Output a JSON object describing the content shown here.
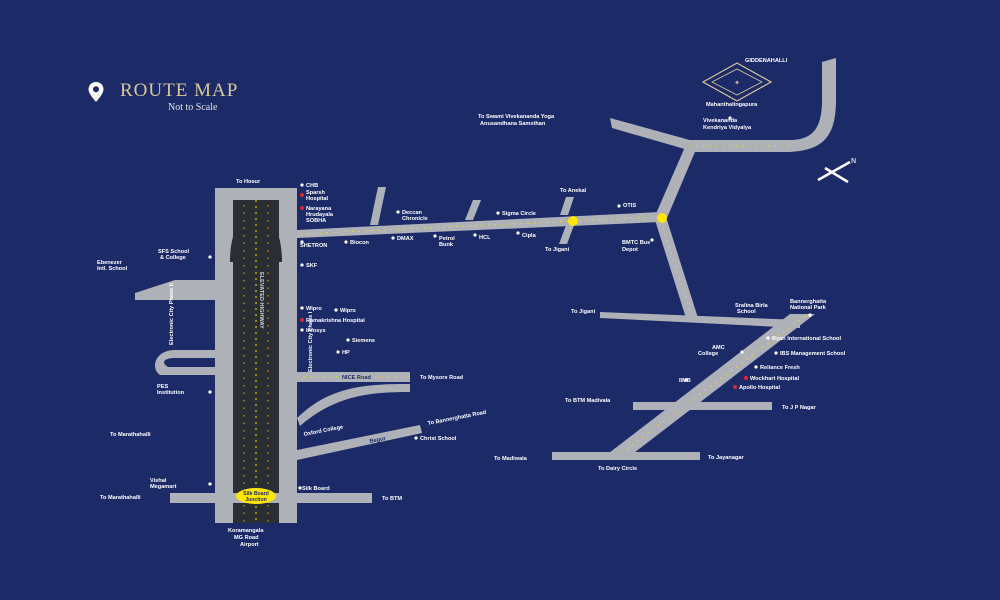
{
  "header": {
    "title": "ROUTE MAP",
    "subtitle": "Not to Scale"
  },
  "compass": {
    "label": "N"
  },
  "logo": {
    "place": "GIDDENAHALLI",
    "brand": "✦"
  },
  "places": {
    "giddenahalli": "GIDDENAHALLI",
    "mahanthalingapura": "Mahanthalingapura",
    "vivekananda": "Vivekananda",
    "kendriya": "Kendriya Vidyalya",
    "swami1": "To Swami Vivekananda Yoga",
    "swami2": "Anusandhana Samsthan",
    "to_hosur": "To Hosur",
    "chb": "CHB",
    "sparsh1": "Sparsh",
    "sparsh2": "Hospital",
    "narayana1": "Narayana",
    "narayana2": "Hrudayala",
    "narayana3": "SOBHA",
    "deccan1": "Deccan",
    "deccan2": "Chronicle",
    "sigma": "Sigma Circle",
    "anekal": "To Anekal",
    "otis": "OTIS",
    "shetron": "SHETRON",
    "biocon": "Biocon",
    "dmax": "DMAX",
    "petrol1": "Petrol",
    "petrol2": "Bunk",
    "hcl": "HCL",
    "cipla": "Cipla",
    "to_jigani": "To Jigani",
    "bmtc1": "BMTC Bus",
    "bmtc2": "Depot",
    "sfs1": "SFS School",
    "sfs2": "& College",
    "ebenezer1": "Ebenezer",
    "ebenezer2": "Intl. School",
    "skf": "SKF",
    "wipro1": "Wipro",
    "wipro2": "Wipro",
    "ramakrishna": "Ramakrishna Hospital",
    "infosys": "Infosys",
    "siemens": "Siemens",
    "hp": "HP",
    "ec_phase2": "Electronic City Phase II",
    "ec_phase1": "Electronic City Phase I",
    "elevated": "ELEVATED HIGHWAY",
    "to_jigani2": "To Jigani",
    "sralina1": "Sralina Birla",
    "sralina2": "School",
    "bannerghatta1": "Bannerghatta",
    "bannerghatta2": "National Park",
    "ryan": "Ryan International School",
    "amc1": "AMC",
    "amc2": "College",
    "ibs": "IBS Management School",
    "reliance": "Reliance Fresh",
    "wockhart": "Wockhart Hospital",
    "apollo": "Apollo Hospital",
    "iimb": "IIMB",
    "btm_madivala": "To BTM Madivala",
    "jp_nagar": "To J P Nagar",
    "madiwala": "To Madiwala",
    "jayanagar": "To Jayanagar",
    "dairy": "To Dairy Circle",
    "nice_road": "NICE Road",
    "mysore": "To Mysore Road",
    "pes1": "PES",
    "pes2": "Institution",
    "to_marathahalli": "To Marathahalli",
    "oxford": "Oxford College",
    "bannerghatta_road": "To Bannerghatta Road",
    "begur": "Begur",
    "christ": "Christ School",
    "vishal1": "Vishal",
    "vishal2": "Megamart",
    "to_marathahalli2": "To Marathahalli",
    "silk_board": "Silk Board",
    "to_btm": "To BTM",
    "silk_junction1": "Silk Board",
    "silk_junction2": "Junction",
    "koramangala": "Koramangala",
    "mg_road": "MG Road",
    "airport": "Airport"
  },
  "colors": {
    "background": "#1c2a68",
    "road": "#aeb2b8",
    "marker": "#ffe600",
    "hospital": "#e4262c",
    "title": "#d9c89a"
  }
}
